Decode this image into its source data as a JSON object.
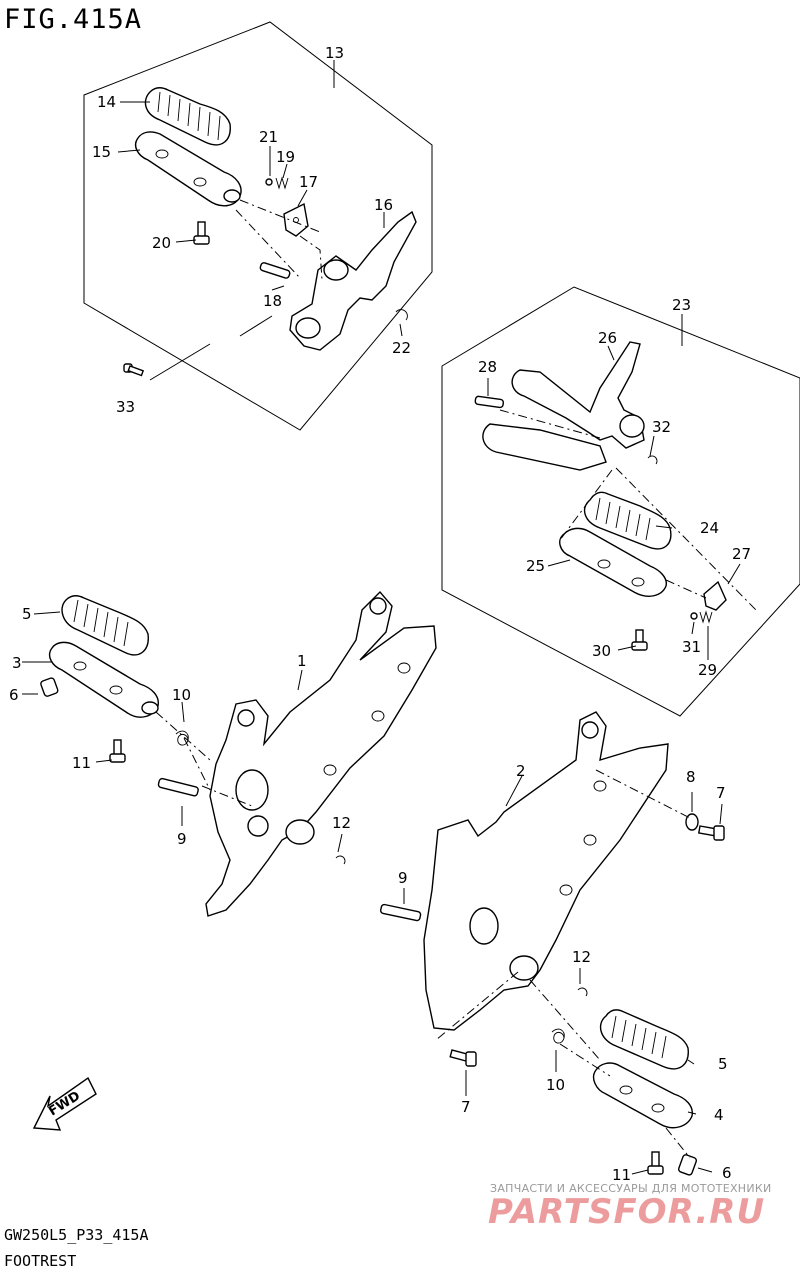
{
  "figure": {
    "title": "FIG.415A",
    "code": "GW250L5_P33_415A",
    "name": "FOOTREST",
    "fwd_label": "FWD"
  },
  "watermark": {
    "tagline": "ЗАПЧАСТИ И АКСЕССУАРЫ ДЛЯ МОТОТЕХНИКИ",
    "brand": "PARTSFOR.RU",
    "color": "#e98b8b"
  },
  "callouts": [
    {
      "id": "13",
      "text": "13"
    },
    {
      "id": "14",
      "text": "14"
    },
    {
      "id": "15",
      "text": "15"
    },
    {
      "id": "21",
      "text": "21"
    },
    {
      "id": "19",
      "text": "19"
    },
    {
      "id": "17",
      "text": "17"
    },
    {
      "id": "16",
      "text": "16"
    },
    {
      "id": "20",
      "text": "20"
    },
    {
      "id": "18",
      "text": "18"
    },
    {
      "id": "22",
      "text": "22"
    },
    {
      "id": "33",
      "text": "33"
    },
    {
      "id": "23",
      "text": "23"
    },
    {
      "id": "26",
      "text": "26"
    },
    {
      "id": "28",
      "text": "28"
    },
    {
      "id": "32",
      "text": "32"
    },
    {
      "id": "24",
      "text": "24"
    },
    {
      "id": "25",
      "text": "25"
    },
    {
      "id": "27",
      "text": "27"
    },
    {
      "id": "31",
      "text": "31"
    },
    {
      "id": "30",
      "text": "30"
    },
    {
      "id": "29",
      "text": "29"
    },
    {
      "id": "5a",
      "text": "5"
    },
    {
      "id": "3",
      "text": "3"
    },
    {
      "id": "6a",
      "text": "6"
    },
    {
      "id": "10a",
      "text": "10"
    },
    {
      "id": "1",
      "text": "1"
    },
    {
      "id": "11a",
      "text": "11"
    },
    {
      "id": "9a",
      "text": "9"
    },
    {
      "id": "12a",
      "text": "12"
    },
    {
      "id": "2",
      "text": "2"
    },
    {
      "id": "8",
      "text": "8"
    },
    {
      "id": "7a",
      "text": "7"
    },
    {
      "id": "9b",
      "text": "9"
    },
    {
      "id": "12b",
      "text": "12"
    },
    {
      "id": "10b",
      "text": "10"
    },
    {
      "id": "5b",
      "text": "5"
    },
    {
      "id": "4",
      "text": "4"
    },
    {
      "id": "7b",
      "text": "7"
    },
    {
      "id": "11b",
      "text": "11"
    },
    {
      "id": "6b",
      "text": "6"
    }
  ]
}
